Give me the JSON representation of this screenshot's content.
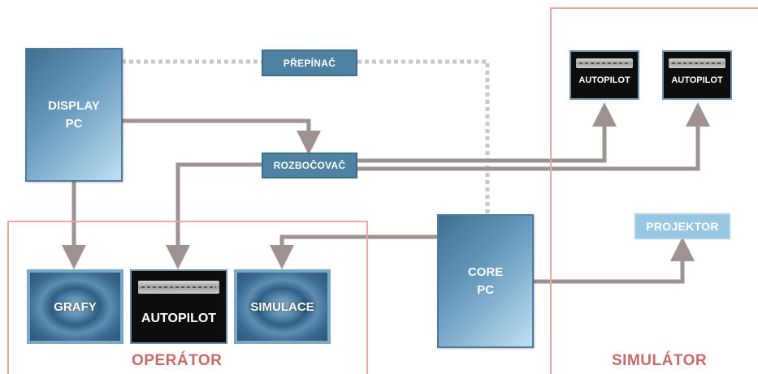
{
  "nodes": {
    "display_pc": {
      "line1": "DISPLAY",
      "line2": "PC"
    },
    "core_pc": {
      "line1": "CORE",
      "line2": "PC"
    },
    "prepinac": "PŘEPÍNAČ",
    "rozbocovac": "ROZBOČOVAČ",
    "projektor": "PROJEKTOR",
    "grafy": "GRAFY",
    "autopilot_operator": "AUTOPILOT",
    "simulace": "SIMULACE",
    "autopilot_sim_1": "AUTOPILOT",
    "autopilot_sim_2": "AUTOPILOT"
  },
  "zones": {
    "operator": "OPERÁTOR",
    "simulator": "SIMULÁTOR"
  },
  "colors": {
    "wire": "#9e9292",
    "dashed_wire": "#c8c8c8",
    "zone_border": "#e9a8a6",
    "zone_text": "#c96a68",
    "node_blue": "#4f81a3"
  }
}
